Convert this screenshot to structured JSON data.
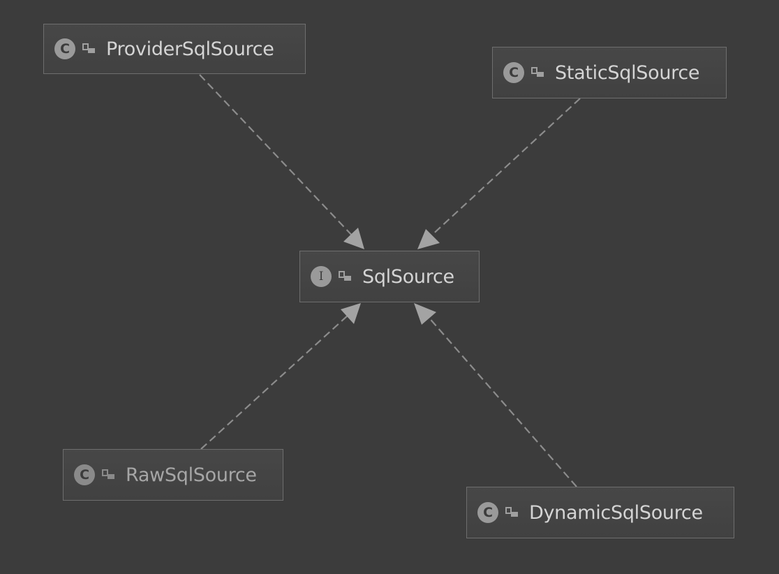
{
  "diagram": {
    "nodes": [
      {
        "id": "provider",
        "kind": "class",
        "badge": "C",
        "label": "ProviderSqlSource"
      },
      {
        "id": "static",
        "kind": "class",
        "badge": "C",
        "label": "StaticSqlSource"
      },
      {
        "id": "sqlsource",
        "kind": "interface",
        "badge": "I",
        "label": "SqlSource"
      },
      {
        "id": "raw",
        "kind": "class",
        "badge": "C",
        "label": "RawSqlSource"
      },
      {
        "id": "dynamic",
        "kind": "class",
        "badge": "C",
        "label": "DynamicSqlSource"
      }
    ],
    "edges": [
      {
        "from": "provider",
        "to": "sqlsource",
        "type": "implements"
      },
      {
        "from": "static",
        "to": "sqlsource",
        "type": "implements"
      },
      {
        "from": "raw",
        "to": "sqlsource",
        "type": "implements"
      },
      {
        "from": "dynamic",
        "to": "sqlsource",
        "type": "implements"
      }
    ]
  }
}
